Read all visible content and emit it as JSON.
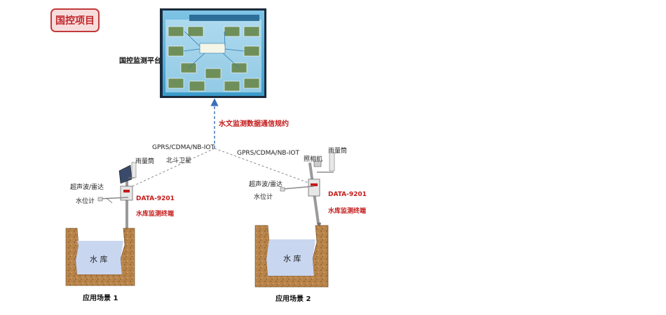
{
  "badge": "国控项目",
  "platform": {
    "label": "国控监测平台",
    "screen_title": "水文水资源实时监控与管理系统"
  },
  "protocol_label": "水文监测数据通信规约",
  "link_labels": {
    "left_network": "GPRS/CDMA/NB-IOT",
    "left_satellite": "北斗卫星",
    "right_network": "GPRS/CDMA/NB-IOT"
  },
  "site1": {
    "rain_gauge": "雨量筒",
    "radar": "超声波/雷达",
    "water_level": "水位计",
    "device_model": "DATA-9201",
    "terminal": "水库监测终端",
    "reservoir": "水 库",
    "caption": "应用场景 1"
  },
  "site2": {
    "rain_gauge": "雨量筒",
    "camera": "照相机",
    "radar": "超声波/雷达",
    "water_level": "水位计",
    "device_model": "DATA-9201",
    "terminal": "水库监测终端",
    "reservoir": "水 库",
    "caption": "应用场景 2"
  },
  "colors": {
    "accent_red": "#c41a1a",
    "arrow_blue": "#3d6fb5",
    "water": "#c9d6f0",
    "soil": "#b8844a"
  }
}
